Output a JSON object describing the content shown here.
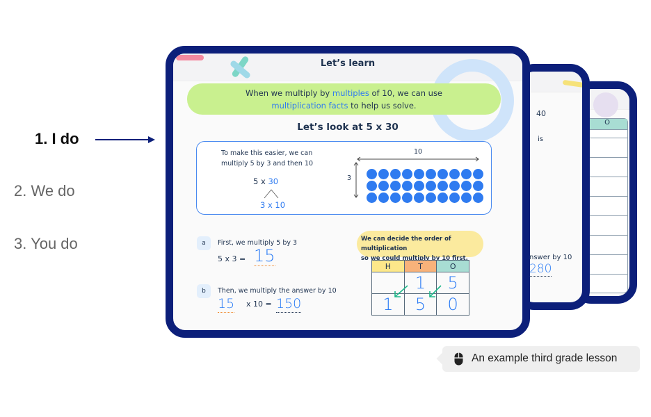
{
  "nav": {
    "items": [
      {
        "label": "1. I do",
        "active": true
      },
      {
        "label": "2. We do"
      },
      {
        "label": "3. You do"
      }
    ]
  },
  "lesson": {
    "header": "Let’s learn",
    "banner": {
      "pre": "When we multiply by ",
      "hl1": "multiples",
      "mid": " of 10, we can use",
      "hl2": "multiplication facts",
      "post": " to help us solve."
    },
    "subtitle": "Let’s look at 5 x 30",
    "box": {
      "text1": "To make this easier, we can",
      "text2": "multiply 5 by 3 and then 10",
      "expr_a": "5 x ",
      "expr_b": "30",
      "split": "3 x 10",
      "cols_label": "10",
      "rows_label": "3",
      "rows": 3,
      "cols": 10
    },
    "step_a": {
      "badge": "a",
      "text": "First, we multiply 5 by 3",
      "eq": "5 x 3  =",
      "answer": "15"
    },
    "step_b": {
      "badge": "b",
      "text": "Then, we multiply the answer by 10",
      "ans1": "15",
      "eq": "x 10  =",
      "answer": "150"
    },
    "note": {
      "line1": "We can decide the order of multiplication",
      "line2": "so we could multiply by 10 first."
    },
    "table": {
      "headers": [
        "H",
        "T",
        "O"
      ],
      "rows": [
        [
          "",
          "1",
          "5"
        ],
        [
          "1",
          "5",
          "0"
        ]
      ]
    }
  },
  "card2": {
    "frag1": "40",
    "frag2": "is",
    "frag3": "nswer by 10",
    "answer": "280"
  },
  "card3": {
    "header": "O"
  },
  "tooltip": {
    "label": "An example third grade lesson"
  },
  "colors": {
    "navy": "#0c1f7a",
    "blue": "#2f7bf0",
    "green": "#c9f08f",
    "yellow": "#fbea9e"
  }
}
